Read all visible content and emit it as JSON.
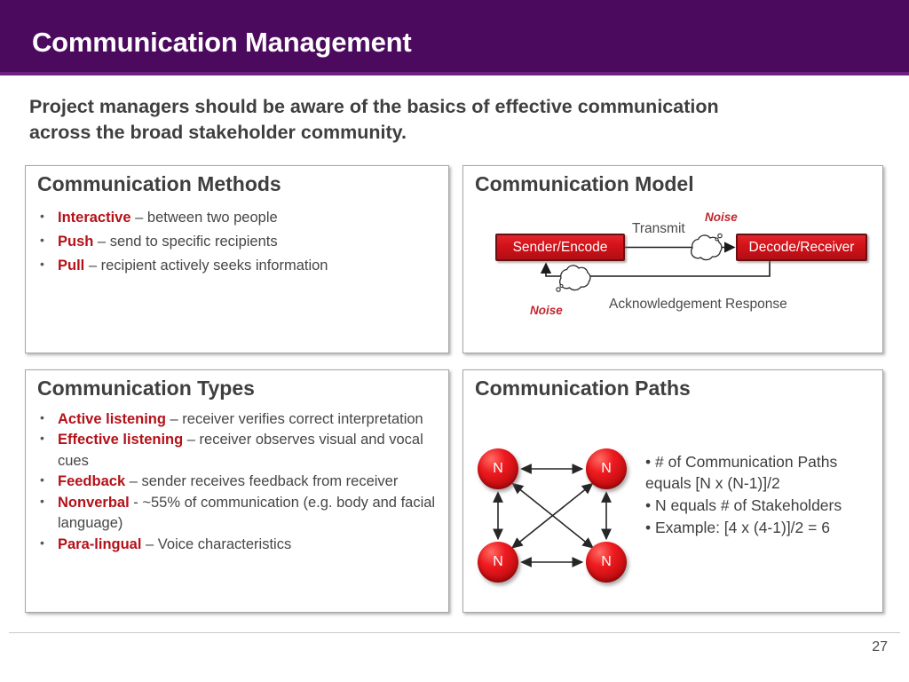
{
  "header": {
    "title": "Communication Management",
    "bg_color": "#4C0A5E"
  },
  "subtitle": "Project managers should be aware of the basics of effective communication across the broad stakeholder community.",
  "accent_colors": {
    "term_red": "#B41119",
    "node_red": "#CE1014",
    "noise_red": "#C1272D",
    "body_gray": "#464646"
  },
  "boxes": {
    "methods": {
      "title": "Communication Methods",
      "items": [
        {
          "term": "Interactive",
          "rest": " – between two people"
        },
        {
          "term": "Push",
          "rest": " – send to specific recipients"
        },
        {
          "term": "Pull",
          "rest": " – recipient actively seeks information"
        }
      ]
    },
    "model": {
      "title": "Communication Model",
      "sender_label": "Sender/Encode",
      "receiver_label": "Decode/Receiver",
      "transmit_label": "Transmit",
      "ack_label": "Acknowledgement Response",
      "noise_top_label": "Noise",
      "noise_bottom_label": "Noise"
    },
    "types": {
      "title": "Communication Types",
      "items": [
        {
          "term": "Active listening",
          "rest": " – receiver verifies correct interpretation"
        },
        {
          "term": "Effective listening",
          "rest": " – receiver observes visual and vocal cues"
        },
        {
          "term": "Feedback",
          "rest": " – sender receives feedback from receiver"
        },
        {
          "term": "Nonverbal",
          "rest": " - ~55% of communication (e.g. body and facial language)"
        },
        {
          "term": "Para-lingual",
          "rest": " – Voice characteristics"
        }
      ]
    },
    "paths": {
      "title": "Communication Paths",
      "node_label": "N",
      "nodes": [
        "N",
        "N",
        "N",
        "N"
      ],
      "bullets": [
        "• # of Communication Paths equals [N x (N-1)]/2",
        "• N equals # of Stakeholders",
        "• Example: [4 x (4-1)]/2 = 6"
      ]
    }
  },
  "footer": {
    "page_number": "27"
  }
}
